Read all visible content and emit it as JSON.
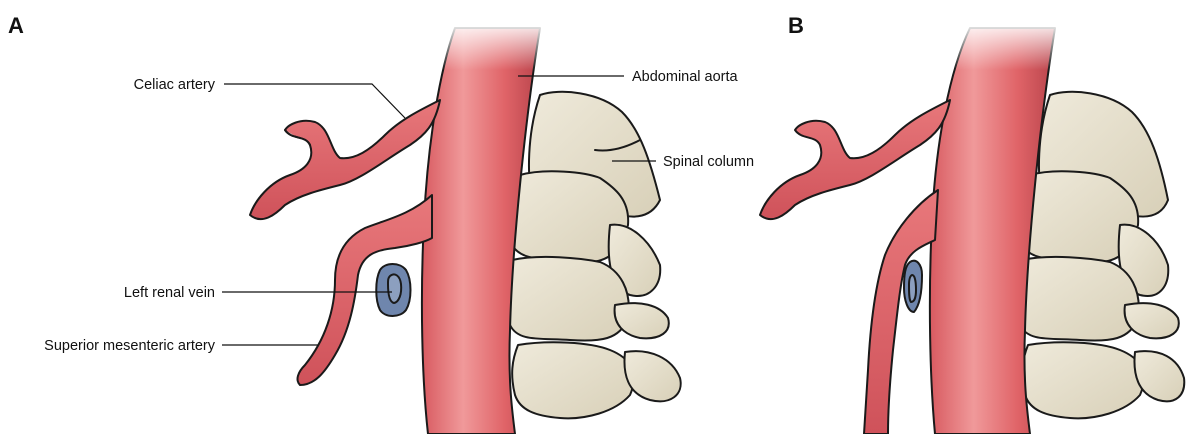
{
  "panels": [
    {
      "letter": "A"
    },
    {
      "letter": "B"
    }
  ],
  "labels": {
    "celiac_artery": "Celiac artery",
    "abdominal_aorta": "Abdominal aorta",
    "spinal_column": "Spinal column",
    "left_renal_vein": "Left renal vein",
    "superior_mesenteric_artery": "Superior mesenteric artery"
  },
  "colors": {
    "artery": "#e06468",
    "artery_shadow": "#c24a52",
    "artery_highlight": "#f0999a",
    "vein": "#6f86ad",
    "vein_inner": "#8c9fbf",
    "bone": "#e8e2cf",
    "bone_shadow": "#cfc6ad",
    "outline": "#1a1a1a"
  }
}
